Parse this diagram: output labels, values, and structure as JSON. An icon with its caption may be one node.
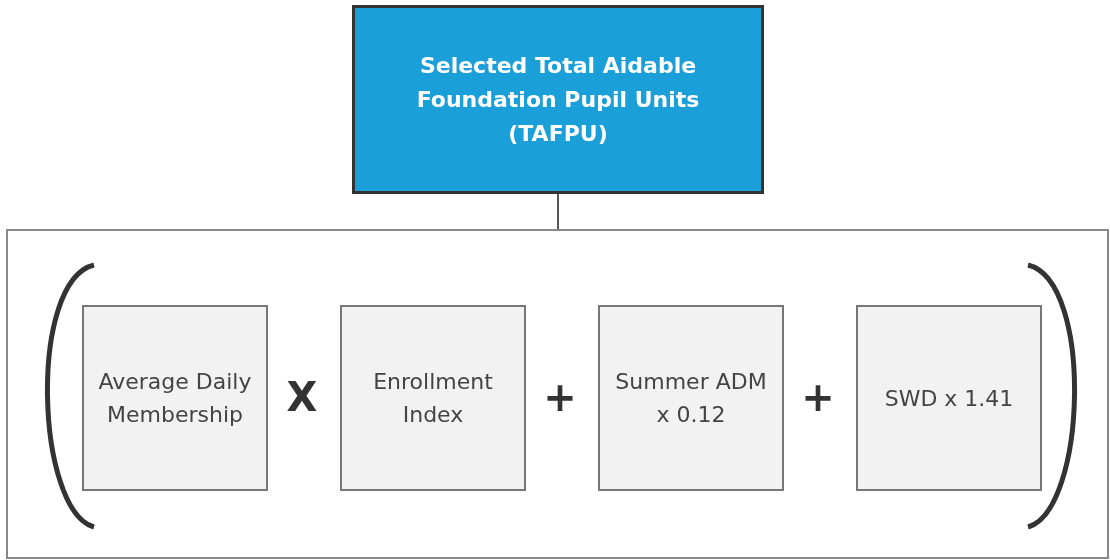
{
  "diagram": {
    "nodes": [
      {
        "text": [
          "Selected Total Aidable Foundation Pupil Units (TAFPU)"
        ]
      },
      {
        "text": [],
        "shape": "box"
      },
      {
        "text": [
          "Average Daily Membership"
        ],
        "in": 1
      },
      {
        "text": [
          "Enrollment Index"
        ],
        "in": 1
      },
      {
        "text": [
          "Summer ADM x 0.12"
        ],
        "in": 1
      },
      {
        "text": [
          "SWD x 1.41"
        ],
        "in": 1
      }
    ],
    "edges": [
      {
        "from": 0,
        "to": 1,
        "arrow": "none"
      }
    ],
    "labels": [
      "X",
      "+",
      "+"
    ]
  }
}
